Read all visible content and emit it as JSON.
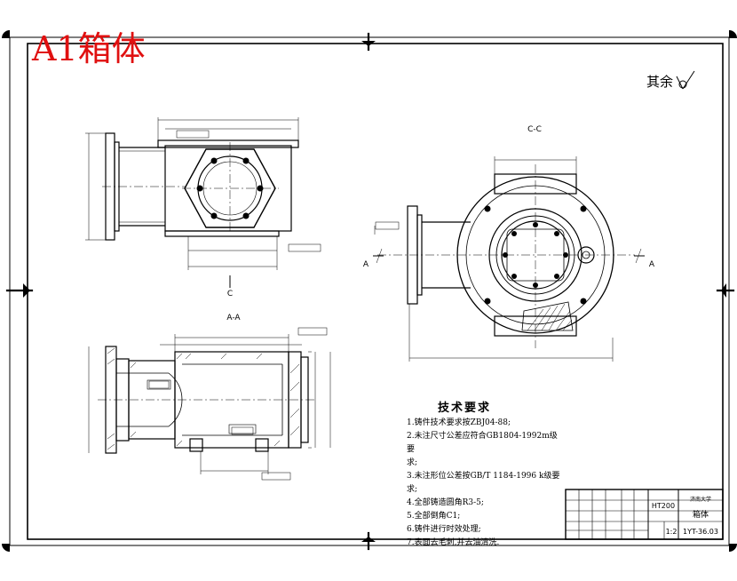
{
  "stamp": {
    "text": "A1箱体",
    "color": "#e01010"
  },
  "surface_finish": {
    "label": "其余",
    "symbol": "roughness-symbol"
  },
  "views": {
    "section_aa_label": "A-A",
    "view_cc_label": "C-C",
    "section_mark_a": "A",
    "section_mark_c": "C"
  },
  "technical_requirements": {
    "title": "技术要求",
    "items": [
      "1.铸件技术要求按ZBJ04-88;",
      "2.未注尺寸公差应符合GB1804-1992m级要",
      "求;",
      "3.未注形位公差按GB/T 1184-1996 k级要",
      "求;",
      "4.全部铸造圆角R3-5;",
      "5.全部倒角C1;",
      "6.铸件进行时效处理;",
      "7.表面去毛刺,并去油清洗."
    ]
  },
  "title_block": {
    "material": "HT200",
    "part_name": "箱体",
    "drawing_number": "1YT-36.03",
    "scale": "1:2",
    "org": "济南大学"
  }
}
